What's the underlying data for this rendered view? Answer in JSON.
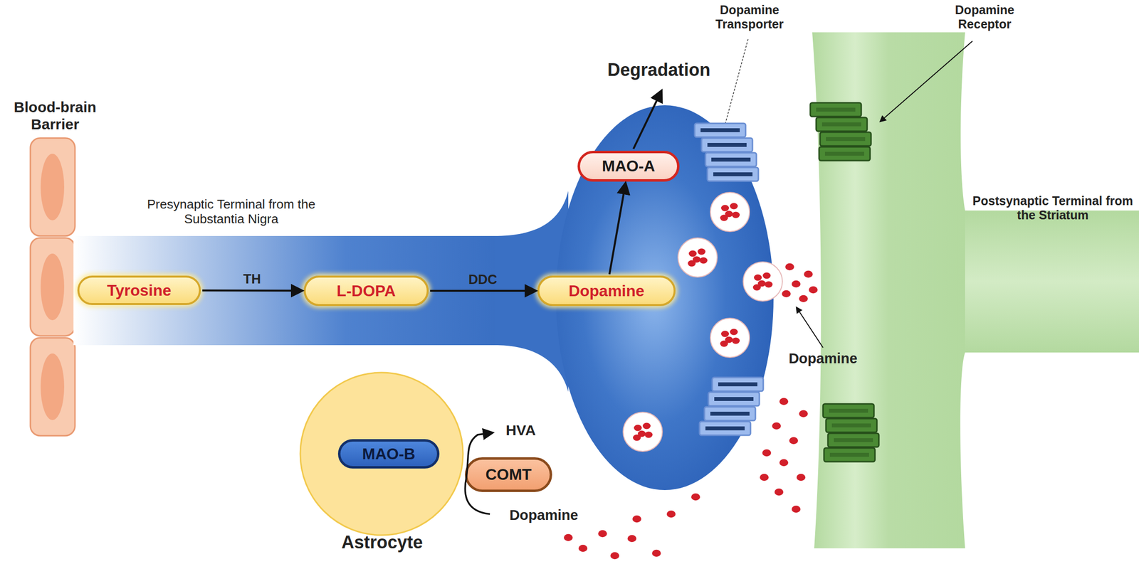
{
  "diagram": {
    "nodes": [
      {
        "text": [
          "Blood-brain Barrier"
        ]
      },
      {
        "text": [
          "Presynaptic Terminal from the Substantia Nigra"
        ]
      },
      {
        "text": [
          "Tyrosine"
        ],
        "in": 1
      },
      {
        "text": [
          "L-DOPA"
        ],
        "in": 1
      },
      {
        "text": [
          "Dopamine"
        ],
        "in": 1
      },
      {
        "text": [
          "MAO-A"
        ],
        "in": 1
      },
      {
        "text": [
          "Astrocyte"
        ]
      },
      {
        "text": [
          "MAO-B"
        ],
        "in": 6
      },
      {
        "text": [
          "COMT"
        ]
      },
      {
        "text": [
          "Postsynaptic Terminal from the Striatum"
        ]
      }
    ],
    "edges": [
      {
        "from": 2,
        "to": 3,
        "label": "TH",
        "arrow": "to"
      },
      {
        "from": 3,
        "to": 4,
        "label": "DDC",
        "arrow": "to"
      },
      {
        "from": 4,
        "to": 5,
        "arrow": "to"
      }
    ],
    "labels": [
      "Degradation",
      "Dopamine Transporter",
      "Dopamine Receptor",
      "Dopamine",
      "HVA",
      "Dopamine"
    ]
  }
}
